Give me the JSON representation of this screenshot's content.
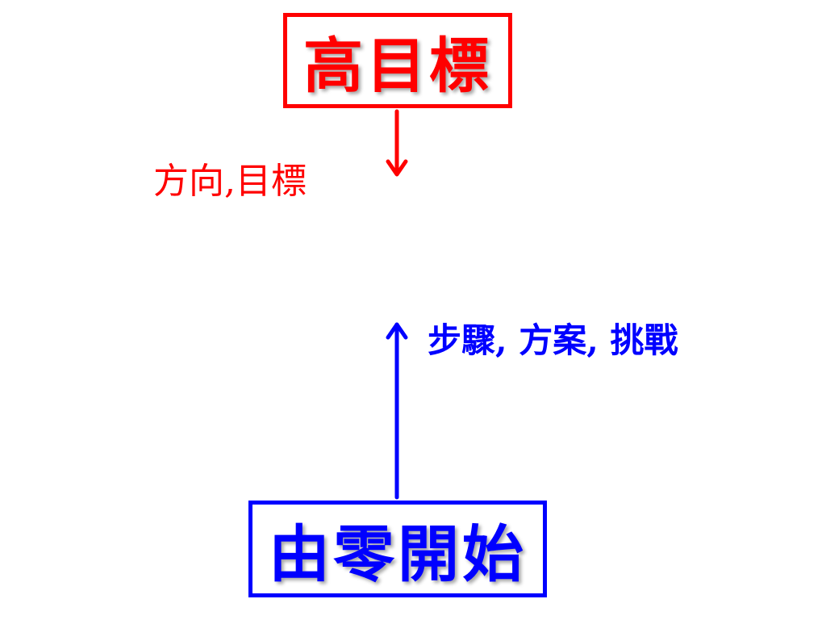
{
  "diagram": {
    "top_box": {
      "text": "高目標",
      "color": "#ff0000"
    },
    "top_label": "方向,目標",
    "bottom_label": "步驟, 方案, 挑戰",
    "bottom_box": {
      "text": "由零開始",
      "color": "#0000ff"
    },
    "arrows": [
      {
        "from": "top-box",
        "direction": "down",
        "color": "#ff0000"
      },
      {
        "from": "bottom-box",
        "direction": "up",
        "color": "#0000ff"
      }
    ]
  }
}
